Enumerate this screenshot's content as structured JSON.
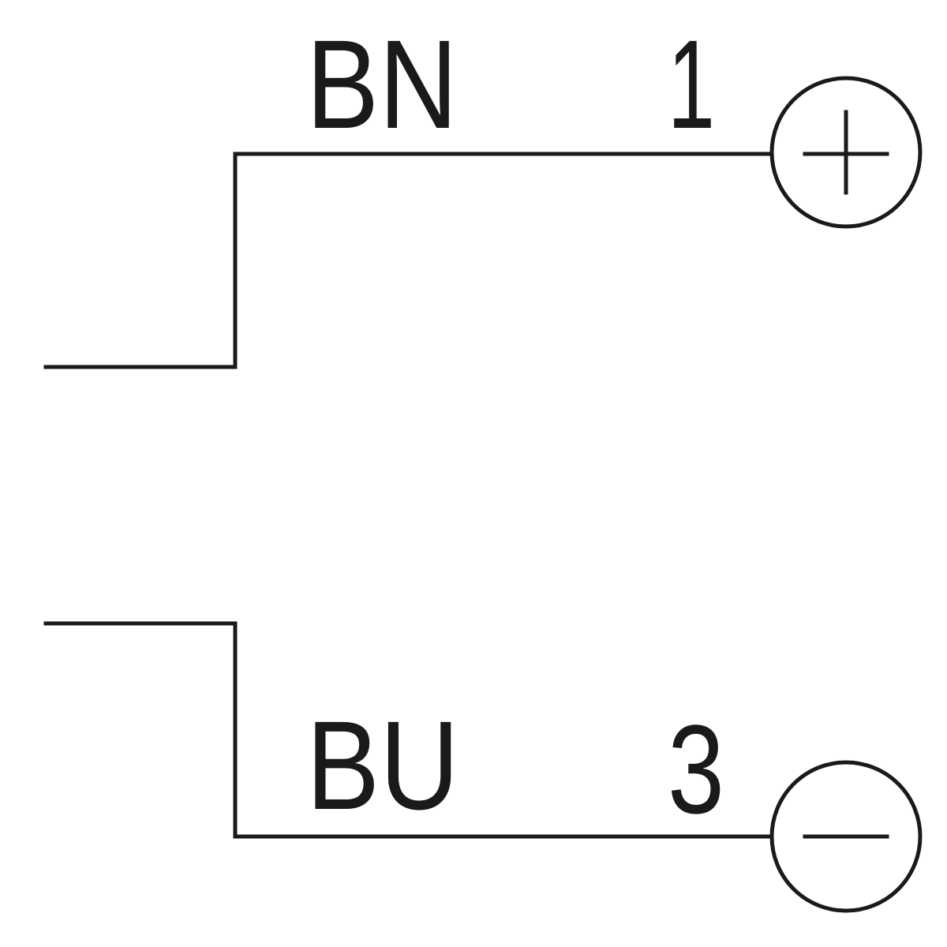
{
  "wires": {
    "top": {
      "color_code": "BN",
      "pin": "1",
      "terminal": "plus"
    },
    "bottom": {
      "color_code": "BU",
      "pin": "3",
      "terminal": "minus"
    }
  },
  "colors": {
    "line": "#1a1a1a",
    "background": "#ffffff"
  }
}
